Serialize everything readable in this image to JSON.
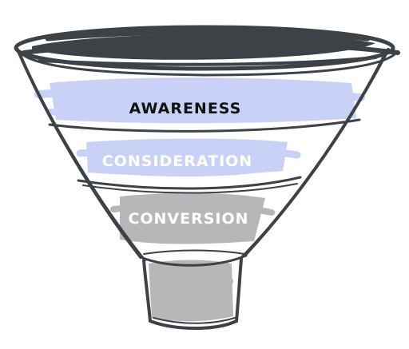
{
  "funnel": {
    "stages": [
      {
        "label": "AWARENESS",
        "text_color": "#111111",
        "band_color": "#c9d2f6"
      },
      {
        "label": "CONSIDERATION",
        "text_color": "#ffffff",
        "band_color": "#c9d2f6"
      },
      {
        "label": "CONVERSION",
        "text_color": "#ffffff",
        "band_color": "#b5b7b9"
      }
    ],
    "colors": {
      "outline": "#3d4247",
      "rim_fill": "#3d4247",
      "spout_fill": "#b5b7b9"
    }
  }
}
